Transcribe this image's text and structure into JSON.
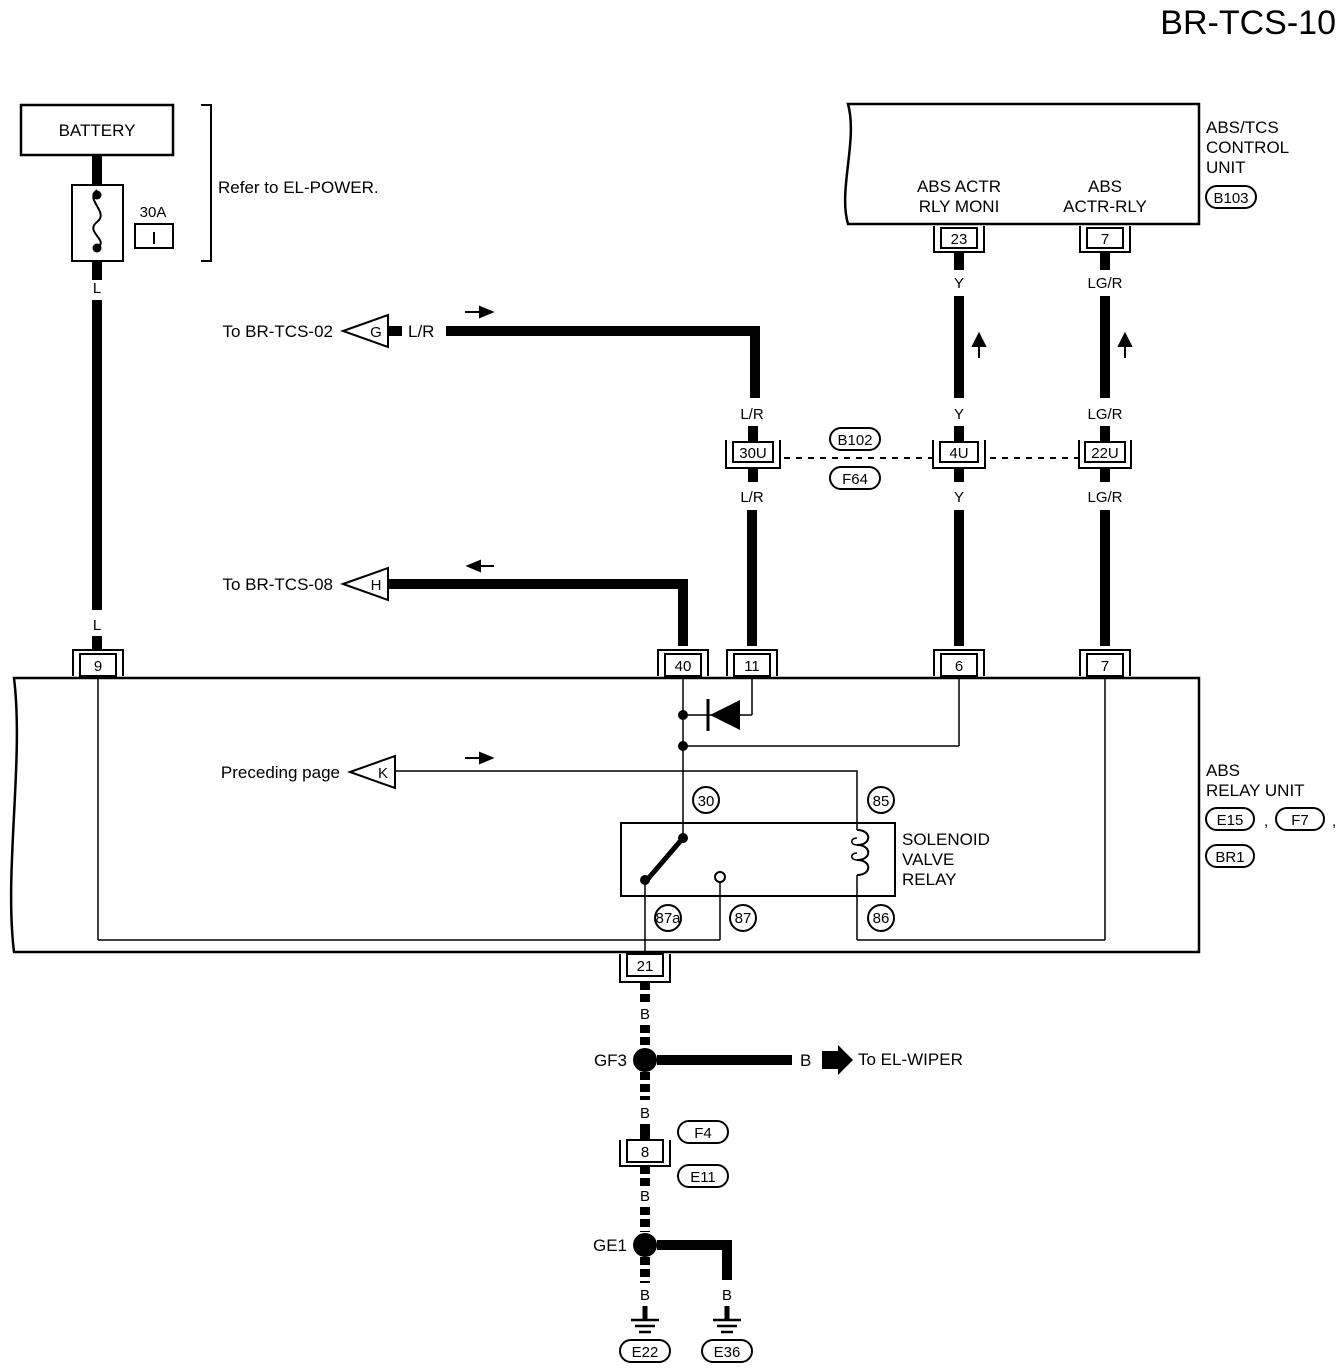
{
  "page_title": "BR-TCS-10",
  "battery": {
    "label": "BATTERY",
    "fuse_rating": "30A",
    "reference": "Refer to EL-POWER."
  },
  "control_unit": {
    "name_lines": [
      "ABS/TCS",
      "CONTROL",
      "UNIT"
    ],
    "connector": "B103",
    "terminals": [
      {
        "pin": "23",
        "label_lines": [
          "ABS ACTR",
          "RLY MONI"
        ]
      },
      {
        "pin": "7",
        "label_lines": [
          "ABS",
          "ACTR-RLY"
        ]
      }
    ]
  },
  "relay_unit": {
    "name_lines": [
      "ABS",
      "RELAY UNIT"
    ],
    "connectors": [
      "E15",
      "F7",
      "BR1"
    ],
    "terminals": [
      "9",
      "40",
      "11",
      "6",
      "7",
      "21"
    ],
    "solenoid_label_lines": [
      "SOLENOID",
      "VALVE",
      "RELAY"
    ],
    "relay_pins": [
      "30",
      "85",
      "87a",
      "87",
      "86"
    ]
  },
  "offpage": [
    {
      "letter": "G",
      "text": "To BR-TCS-02",
      "wire": "L/R"
    },
    {
      "letter": "H",
      "text": "To BR-TCS-08"
    },
    {
      "letter": "K",
      "text": "Preceding page"
    }
  ],
  "wire_colors": {
    "battery": "L",
    "lr": "L/R",
    "y": "Y",
    "lgr": "LG/R",
    "ground": "B"
  },
  "joint_connector": {
    "pins": [
      "30U",
      "4U",
      "22U"
    ],
    "connectors": [
      "B102",
      "F64"
    ]
  },
  "grounds": {
    "gf3": "GF3",
    "gf3_branch": "To EL-WIPER",
    "mid_connector_pin": "8",
    "mid_connectors": [
      "F4",
      "E11"
    ],
    "ge1": "GE1",
    "ground_points": [
      "E22",
      "E36"
    ]
  }
}
